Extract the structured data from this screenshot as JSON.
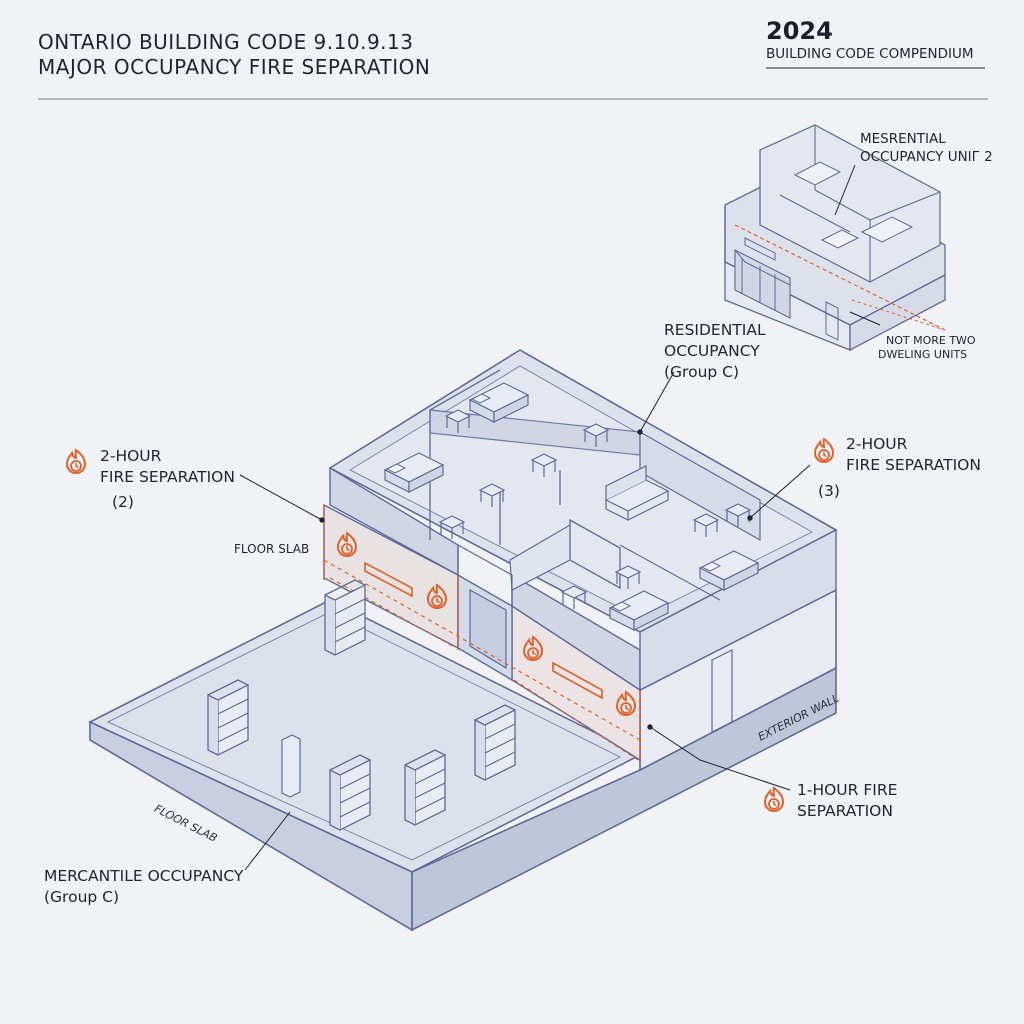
{
  "header": {
    "title_line1": "ONTARIO BUILDING CODE 9.10.9.13",
    "title_line2": "MAJOR OCCUPANCY FIRE SEPARATION",
    "year": "2024",
    "compendium": "BUILDING CODE COMPENDIUM"
  },
  "labels": {
    "left_fire_sep": {
      "line1": "2-HOUR",
      "line2": "FIRE SEPARATION",
      "note": "(2)"
    },
    "right_fire_sep": {
      "line1": "2-HOUR",
      "line2": "FIRE SEPARATION",
      "note": "(3)"
    },
    "one_hour_fire_sep": {
      "line1": "1-HOUR FIRE",
      "line2": "SEPARATION"
    },
    "floor_slab_upper": "FLOOR SLAB",
    "floor_slab_lower": "FLOOR SLAB",
    "exterior_wall": "EXTERIOR WALL",
    "residential": {
      "line1": "RESIDENTIAL",
      "line2": "OCCUPANCY",
      "line3": "(Group C)"
    },
    "mercantile": {
      "line1": "MERCANTILE OCCUPANCY",
      "line2": "(Group C)"
    },
    "inset_unit": {
      "line1": "MESRENTIAL",
      "line2": "OCCUPANCY UNIГ 2"
    },
    "inset_note": {
      "line1": "NOT MORE TWO",
      "line2": "DWELING UNITS"
    }
  },
  "colors": {
    "background": "#f1f2f6",
    "line": "#5d6b9a",
    "fill_floor": "#dde1ec",
    "fill_wall": "#e6e9f2",
    "fire_accent": "#e0622a"
  },
  "icons": {
    "fire_clock": "fire-clock-icon"
  }
}
